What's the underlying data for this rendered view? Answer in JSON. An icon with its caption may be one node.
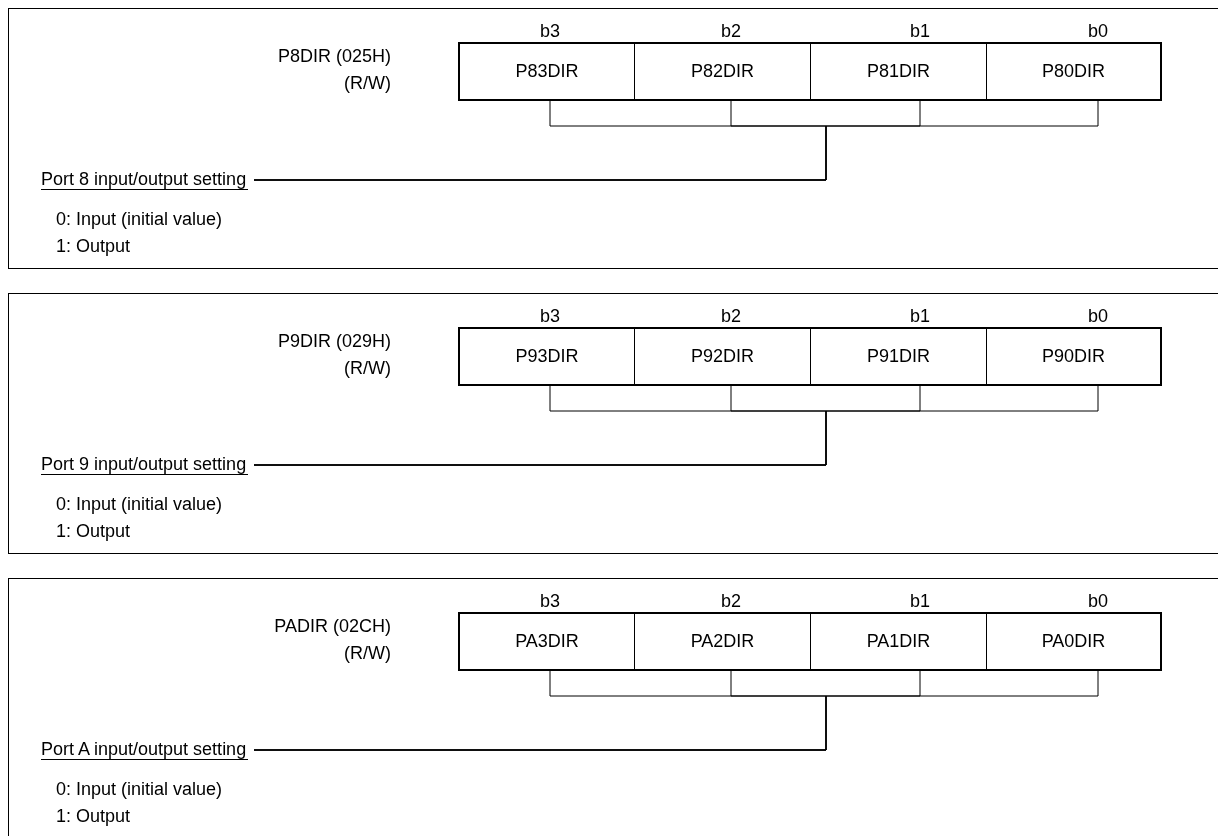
{
  "diagram": {
    "nodes": [
      {
        "text": [],
        "shape": "box"
      },
      {
        "text": [
          "P83DIR"
        ],
        "in": 0,
        "beside": [
          "b3"
        ]
      },
      {
        "text": [
          "P82DIR"
        ],
        "in": 0,
        "beside": [
          "b2"
        ]
      },
      {
        "text": [
          "P81DIR"
        ],
        "in": 0,
        "beside": [
          "b1"
        ]
      },
      {
        "text": [
          "P80DIR"
        ],
        "in": 0,
        "beside": [
          "b0"
        ]
      },
      {
        "text": [
          "Port 8 input/output setting"
        ],
        "in": 0
      },
      {
        "text": [],
        "shape": "box"
      },
      {
        "text": [
          "P93DIR"
        ],
        "in": 6,
        "beside": [
          "b3"
        ]
      },
      {
        "text": [
          "P92DIR"
        ],
        "in": 6,
        "beside": [
          "b2"
        ]
      },
      {
        "text": [
          "P91DIR"
        ],
        "in": 6,
        "beside": [
          "b1"
        ]
      },
      {
        "text": [
          "P90DIR"
        ],
        "in": 6,
        "beside": [
          "b0"
        ]
      },
      {
        "text": [
          "Port 9 input/output setting"
        ],
        "in": 6
      },
      {
        "text": [],
        "shape": "box"
      },
      {
        "text": [
          "PA3DIR"
        ],
        "in": 12,
        "beside": [
          "b3"
        ]
      },
      {
        "text": [
          "PA2DIR"
        ],
        "in": 12,
        "beside": [
          "b2"
        ]
      },
      {
        "text": [
          "PA1DIR"
        ],
        "in": 12,
        "beside": [
          "b1"
        ]
      },
      {
        "text": [
          "PA0DIR"
        ],
        "in": 12,
        "beside": [
          "b0"
        ]
      },
      {
        "text": [
          "Port A input/output setting"
        ],
        "in": 12
      }
    ],
    "edges": [
      {
        "from": 5,
        "to": 1,
        "arrow": "none"
      },
      {
        "from": 5,
        "to": 2,
        "arrow": "none"
      },
      {
        "from": 5,
        "to": 3,
        "arrow": "none"
      },
      {
        "from": 5,
        "to": 4,
        "arrow": "none"
      },
      {
        "from": 11,
        "to": 7,
        "arrow": "none"
      },
      {
        "from": 11,
        "to": 8,
        "arrow": "none"
      },
      {
        "from": 11,
        "to": 9,
        "arrow": "none"
      },
      {
        "from": 11,
        "to": 10,
        "arrow": "none"
      },
      {
        "from": 17,
        "to": 13,
        "arrow": "none"
      },
      {
        "from": 17,
        "to": 14,
        "arrow": "none"
      },
      {
        "from": 17,
        "to": 15,
        "arrow": "none"
      },
      {
        "from": 17,
        "to": 16,
        "arrow": "none"
      }
    ],
    "labels": [
      "P8DIR (025H)",
      "(R/W)",
      "0: Input (initial value)",
      "1: Output",
      "P9DIR (029H)",
      "(R/W)",
      "0: Input (initial value)",
      "1: Output",
      "PADIR (02CH)",
      "(R/W)",
      "0: Input (initial value)",
      "1: Output"
    ]
  }
}
